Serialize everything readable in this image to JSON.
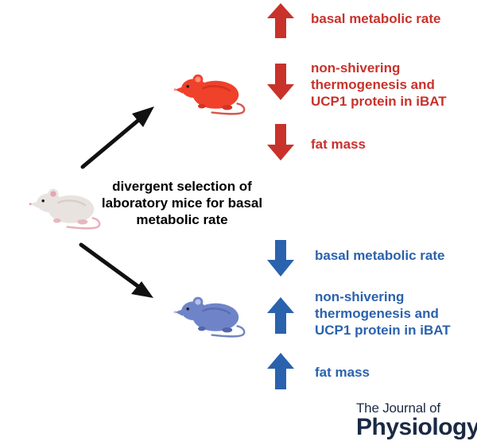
{
  "center_text": "divergent selection of laboratory mice for basal metabolic rate",
  "high_group": {
    "color": "#c8322b",
    "effects": [
      {
        "label": "basal metabolic rate",
        "direction": "up"
      },
      {
        "label": "non-shivering thermogenesis and UCP1 protein in iBAT",
        "direction": "down"
      },
      {
        "label": "fat mass",
        "direction": "down"
      }
    ]
  },
  "low_group": {
    "color": "#2b62ad",
    "effects": [
      {
        "label": "basal metabolic rate",
        "direction": "down"
      },
      {
        "label": "non-shivering thermogenesis and UCP1 protein in iBAT",
        "direction": "up"
      },
      {
        "label": "fat mass",
        "direction": "up"
      }
    ]
  },
  "journal": {
    "line1": "The Journal of",
    "line2": "Physiology"
  }
}
